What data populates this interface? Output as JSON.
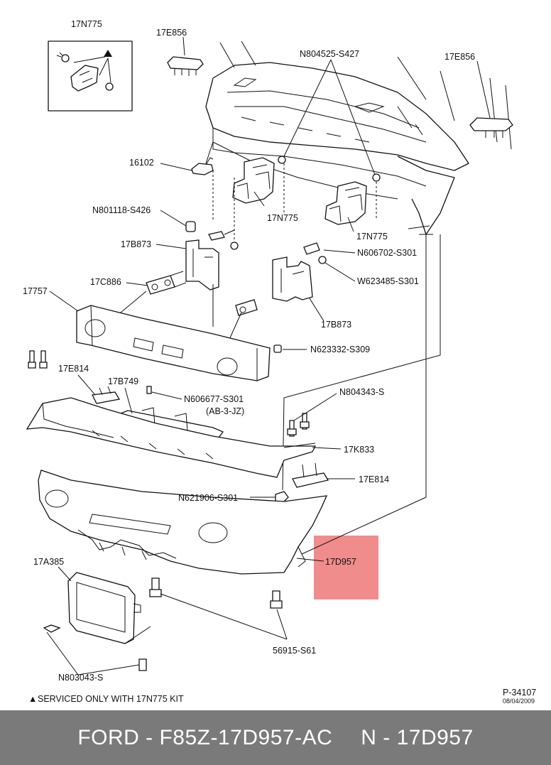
{
  "labels": {
    "l_17N775_kit": "17N775",
    "l_17E856_left": "17E856",
    "l_N804525": "N804525-S427",
    "l_17E856_right": "17E856",
    "l_16102": "16102",
    "l_17N775_a": "17N775",
    "l_17N775_b": "17N775",
    "l_N801118": "N801118-S426",
    "l_17B873_a": "17B873",
    "l_N606702": "N606702-S301",
    "l_17C886": "17C886",
    "l_W623485": "W623485-S301",
    "l_17757": "17757",
    "l_17B873_b": "17B873",
    "l_N623332": "N623332-S309",
    "l_17E814_a": "17E814",
    "l_17B749": "17B749",
    "l_N606677": "N606677-S301",
    "l_AB3JZ": "(AB-3-JZ)",
    "l_N804343": "N804343-S",
    "l_17K833": "17K833",
    "l_17E814_b": "17E814",
    "l_N621906": "N621906-S301",
    "l_17A385": "17A385",
    "l_17D957": "17D957",
    "l_56915": "56915-S61",
    "l_N803043": "N803043-S",
    "l_P34107": "P-34107",
    "l_date": "08/04/2009"
  },
  "note": "SERVICED ONLY WITH 17N775 KIT",
  "note_symbol": "▲",
  "highlight_color": "#f08080",
  "footer": {
    "brand": "FORD",
    "part_number": "F85Z-17D957-AC",
    "ref": "N - 17D957"
  }
}
